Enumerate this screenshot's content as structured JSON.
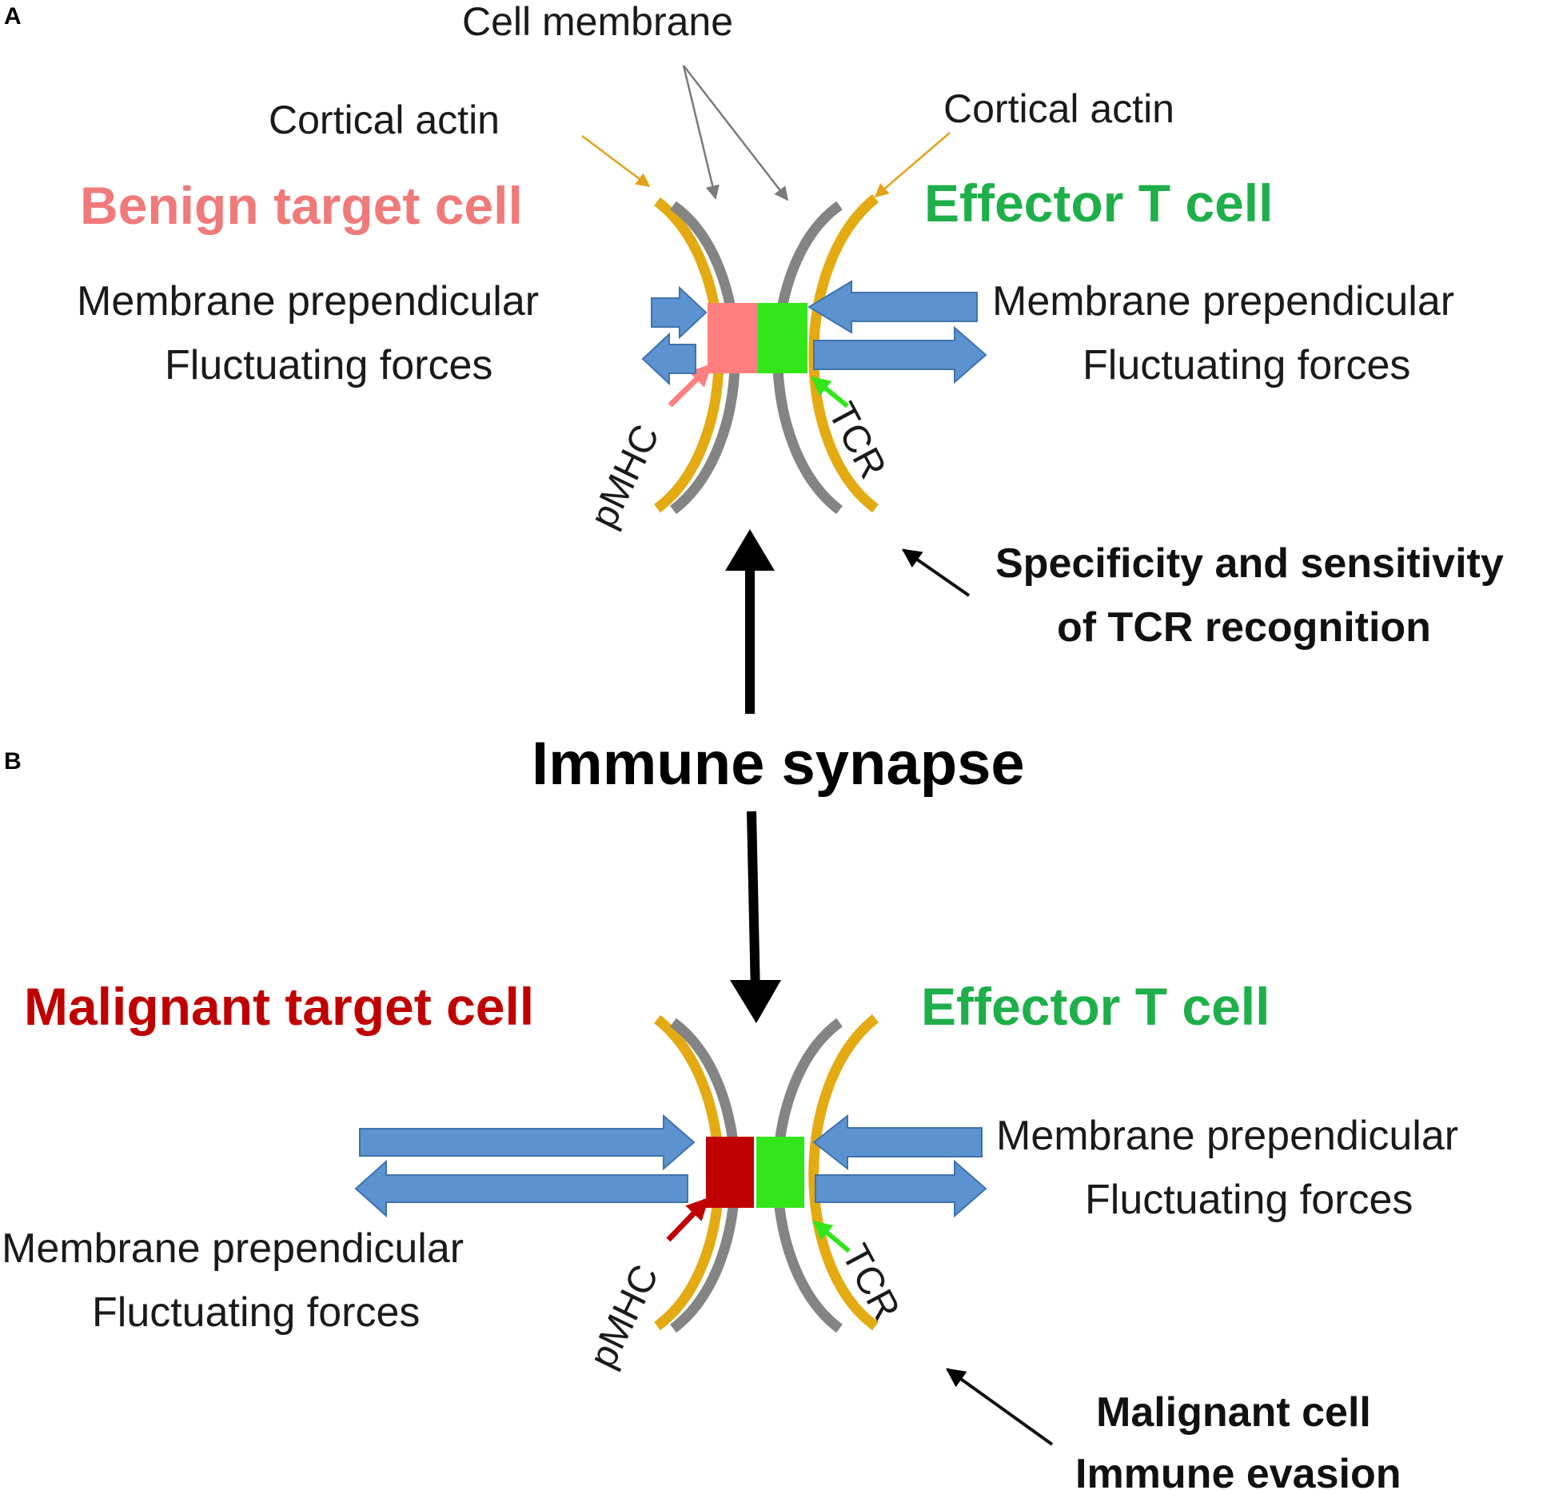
{
  "panels": {
    "a": "A",
    "b": "B"
  },
  "top": {
    "cell_membrane": "Cell membrane",
    "cortical_actin_left": "Cortical actin",
    "cortical_actin_right": "Cortical actin",
    "target_title": "Benign target cell",
    "effector_title": "Effector T cell",
    "left_force_line1": "Membrane prependicular",
    "left_force_line2": "Fluctuating forces",
    "right_force_line1": "Membrane prependicular",
    "right_force_line2": "Fluctuating forces",
    "pmhc": "pMHC",
    "tcr": "TCR",
    "note_line1": "Specificity and sensitivity",
    "note_line2": "of  TCR recognition"
  },
  "center": {
    "synapse": "Immune synapse"
  },
  "bottom": {
    "target_title": "Malignant target cell",
    "effector_title": "Effector T cell",
    "right_force_line1": "Membrane prependicular",
    "right_force_line2": "Fluctuating forces",
    "left_force_line1": "Membrane prependicular",
    "left_force_line2": "Fluctuating forces",
    "pmhc": "pMHC",
    "tcr": "TCR",
    "note_line1": "Malignant cell",
    "note_line2": "Immune evasion"
  },
  "colors": {
    "benign_title": "#F07A7A",
    "malignant_title": "#C00000",
    "effector_title": "#1FAF4A",
    "pmhc_benign": "#FF7F7F",
    "pmhc_malignant": "#C00000",
    "tcr": "#33E61A",
    "actin": "#E3AA12",
    "membrane": "#848484",
    "force_arrow": "#5B92CF"
  }
}
